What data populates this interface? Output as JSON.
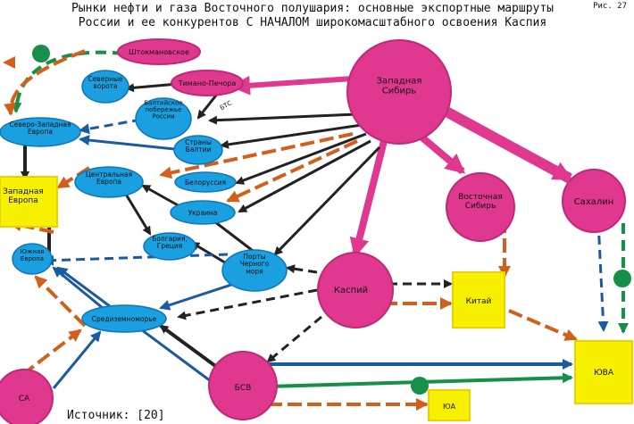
{
  "figure_label": "Рис. 27",
  "title_line1": "Рынки нефти и газа Восточного полушария: основные экспортные маршруты",
  "title_line2": "России и ее конкурентов С НАЧАЛОМ широкомасштабного освоения Каспия",
  "source": "Источник: [20]",
  "colors": {
    "producer_fill": "#e0378f",
    "market_fill": "#1a9fe0",
    "region_fill": "#f7f000",
    "oil_arrow": "#222222",
    "gas_arrow": "#e0378f",
    "caspian_arrow": "#d2601c",
    "western_arrow": "#1a5aa0",
    "lng_arrow": "#169048"
  },
  "nodes": {
    "zapadnaya_sibir": "Западная\nСибирь",
    "vostochnaya_sibir": "Восточная\nСибирь",
    "sakhalin": "Сахалин",
    "kaspiy": "Каспий",
    "bsv": "БСВ",
    "sa": "СА",
    "shtokmanovskoe": "Штокмановское",
    "timan_pechora": "Тимано-Печора",
    "severnye_vorota": "Северные\nворота",
    "baltiyskoe": "Балтийское\nпобережье\nРоссии",
    "bts": "БТС",
    "severo_zapadnaya": "Северо-Западная\nЕвропа",
    "strany_baltii": "Страны\nБалтии",
    "zapadnaya_evropa": "Западная\nЕвропа",
    "tsentralnaya": "Центральная\nЕвропа",
    "belorussiya": "Белоруссия",
    "ukraina": "Украина",
    "bolgariya": "Болгария,\nГреция",
    "yuzhnaya": "Южная\nЕвропа",
    "porty": "Порты\nЧерного\nморя",
    "sredizemnomorie": "Средиземноморье",
    "kitay": "Китай",
    "yuva": "ЮВА",
    "yua": "ЮА"
  }
}
